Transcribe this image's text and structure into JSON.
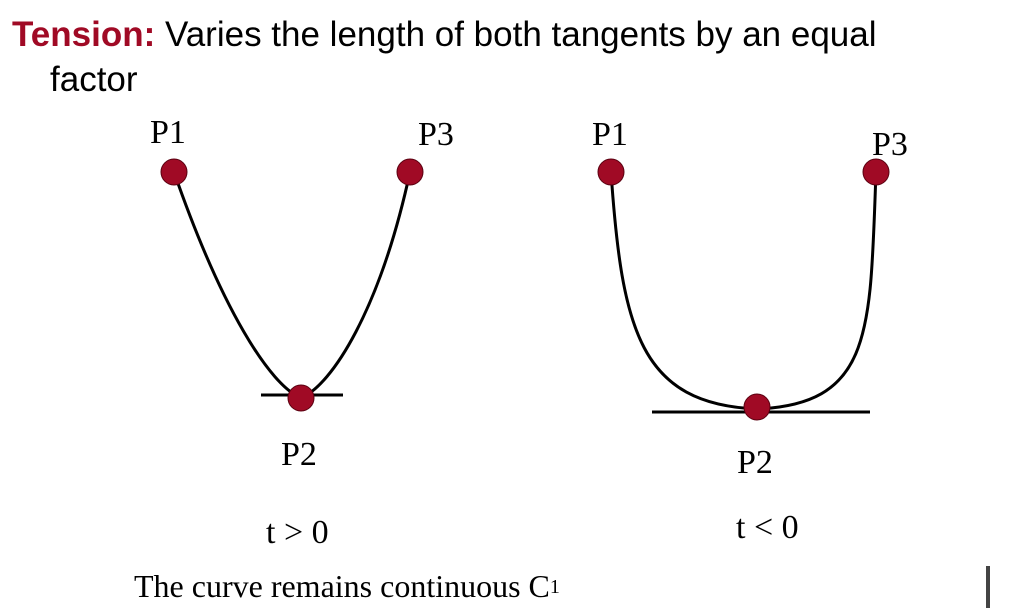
{
  "heading": {
    "term": "Tension:",
    "line1": " Varies the length of both tangents by an equal",
    "line2": "factor"
  },
  "diagrams": [
    {
      "points": {
        "p1": "P1",
        "p2": "P2",
        "p3": "P3"
      },
      "condition": "t > 0"
    },
    {
      "points": {
        "p1": "P1",
        "p2": "P2",
        "p3": "P3"
      },
      "condition": "t < 0"
    }
  ],
  "caption": {
    "text": "The curve remains continuous C",
    "superscript": "1"
  },
  "colors": {
    "heading_accent": "#a00a25",
    "control_point": "#a00a25",
    "curve": "#000000"
  }
}
